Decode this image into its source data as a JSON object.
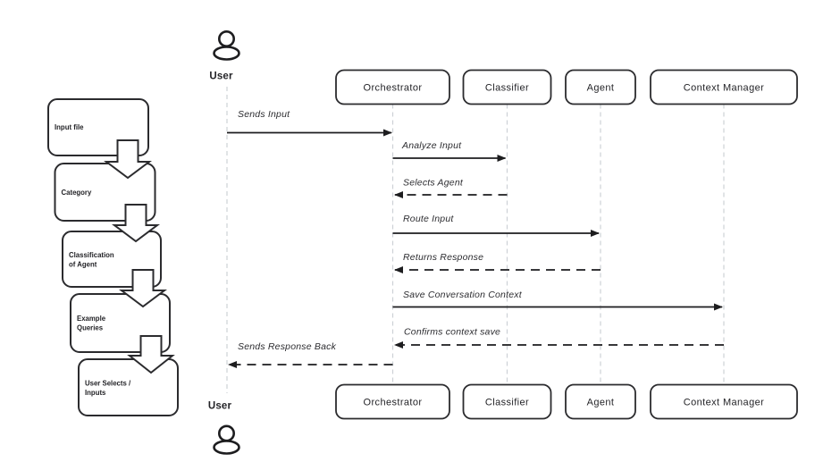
{
  "palette": {
    "bg": "#ffffff",
    "line": "#1d1d1f",
    "lifeline": "#cdd1d6",
    "box": "#2b2b2e",
    "text": "#232327"
  },
  "flowchart": {
    "steps": [
      {
        "lines": [
          "Input file",
          ""
        ]
      },
      {
        "lines": [
          "Category",
          ""
        ]
      },
      {
        "lines": [
          "Classification",
          "of Agent"
        ]
      },
      {
        "lines": [
          "Example",
          "Queries"
        ]
      },
      {
        "lines": [
          "User Selects /",
          "Inputs"
        ]
      }
    ]
  },
  "sequence": {
    "actor_label": "User",
    "participants": [
      "Orchestrator",
      "Classifier",
      "Agent",
      "Context Manager"
    ],
    "messages": [
      {
        "label": "Sends Input",
        "from": "User",
        "to": "Orchestrator",
        "style": "solid"
      },
      {
        "label": "Analyze Input",
        "from": "Orchestrator",
        "to": "Classifier",
        "style": "solid"
      },
      {
        "label": "Selects Agent",
        "from": "Classifier",
        "to": "Orchestrator",
        "style": "dashed"
      },
      {
        "label": "Route Input",
        "from": "Orchestrator",
        "to": "Agent",
        "style": "solid"
      },
      {
        "label": "Returns Response",
        "from": "Agent",
        "to": "Orchestrator",
        "style": "dashed"
      },
      {
        "label": "Save Conversation Context",
        "from": "Orchestrator",
        "to": "Context Manager",
        "style": "solid"
      },
      {
        "label": "Confirms context save",
        "from": "Context Manager",
        "to": "Orchestrator",
        "style": "dashed"
      },
      {
        "label": "Sends Response Back",
        "from": "Orchestrator",
        "to": "User",
        "style": "dashed"
      }
    ]
  }
}
